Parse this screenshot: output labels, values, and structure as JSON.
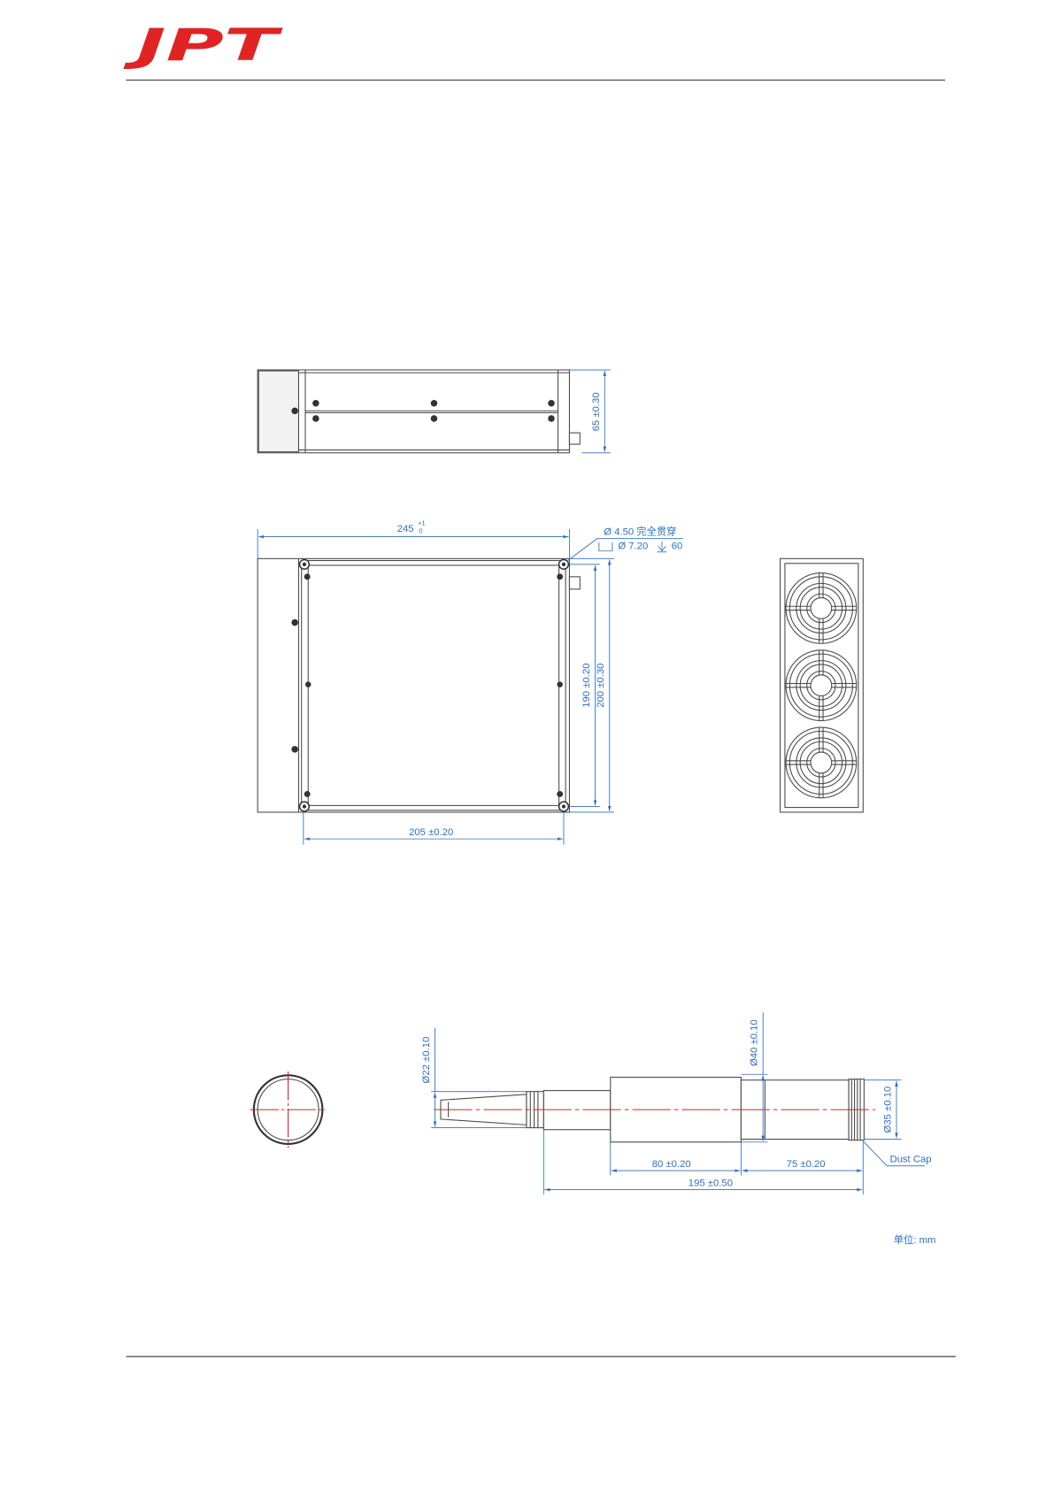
{
  "header": {
    "logo_text": "JPT"
  },
  "drawing": {
    "side_view": {
      "height_dim": "65 ±0.30"
    },
    "front_view": {
      "width_dim": "245",
      "width_tol_upper": "+1",
      "width_tol_lower": "0",
      "hole_callout_line1": "Ø 4.50 完全贯穿",
      "hole_callout_line2": "Ø 7.20",
      "hole_depth": "60",
      "inner_height_dim": "190 ±0.20",
      "outer_height_dim": "200 ±0.30",
      "bottom_width_dim": "205 ±0.20"
    },
    "output_head": {
      "tip_diameter_dim": "Ø22 ±0.10",
      "body_diameter_dim": "Ø40 ±0.10",
      "cap_diameter_dim": "Ø35 ±0.10",
      "body_length_dim": "80 ±0.20",
      "tube_length_dim": "75 ±0.20",
      "total_length_dim": "195 ±0.50",
      "dust_cap_label": "Dust Cap"
    },
    "unit_note": "单位: mm"
  },
  "colors": {
    "logo": "#e02424",
    "dimension": "#2e6fc4",
    "centerline": "#d62027",
    "outline": "#4a4a4a"
  }
}
